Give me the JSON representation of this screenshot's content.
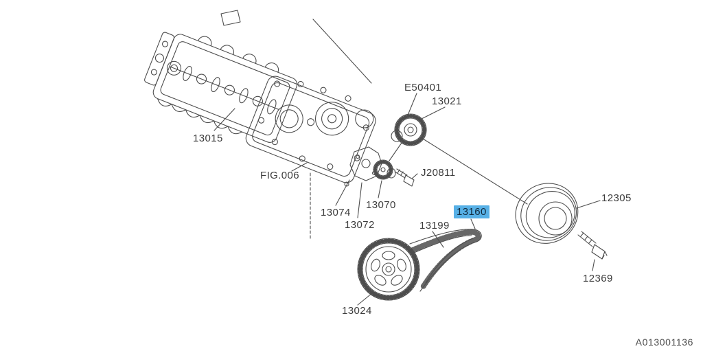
{
  "page": {
    "background": "#ffffff",
    "plate_code": "A013001136"
  },
  "selection": {
    "selected_part": "13160",
    "highlight_color": "#57b0e6"
  },
  "diagram": {
    "description": "Engine camshaft / timing belt exploded parts diagram",
    "line_color": "#4d4d4d"
  },
  "parts": [
    {
      "label": "E50401"
    },
    {
      "label": "13021"
    },
    {
      "label": "13015"
    },
    {
      "label": "FIG.006"
    },
    {
      "label": "J20811"
    },
    {
      "label": "13070"
    },
    {
      "label": "13074"
    },
    {
      "label": "13072"
    },
    {
      "label": "13199"
    },
    {
      "label": "13160",
      "selected": true
    },
    {
      "label": "12305"
    },
    {
      "label": "12369"
    },
    {
      "label": "13024"
    }
  ]
}
